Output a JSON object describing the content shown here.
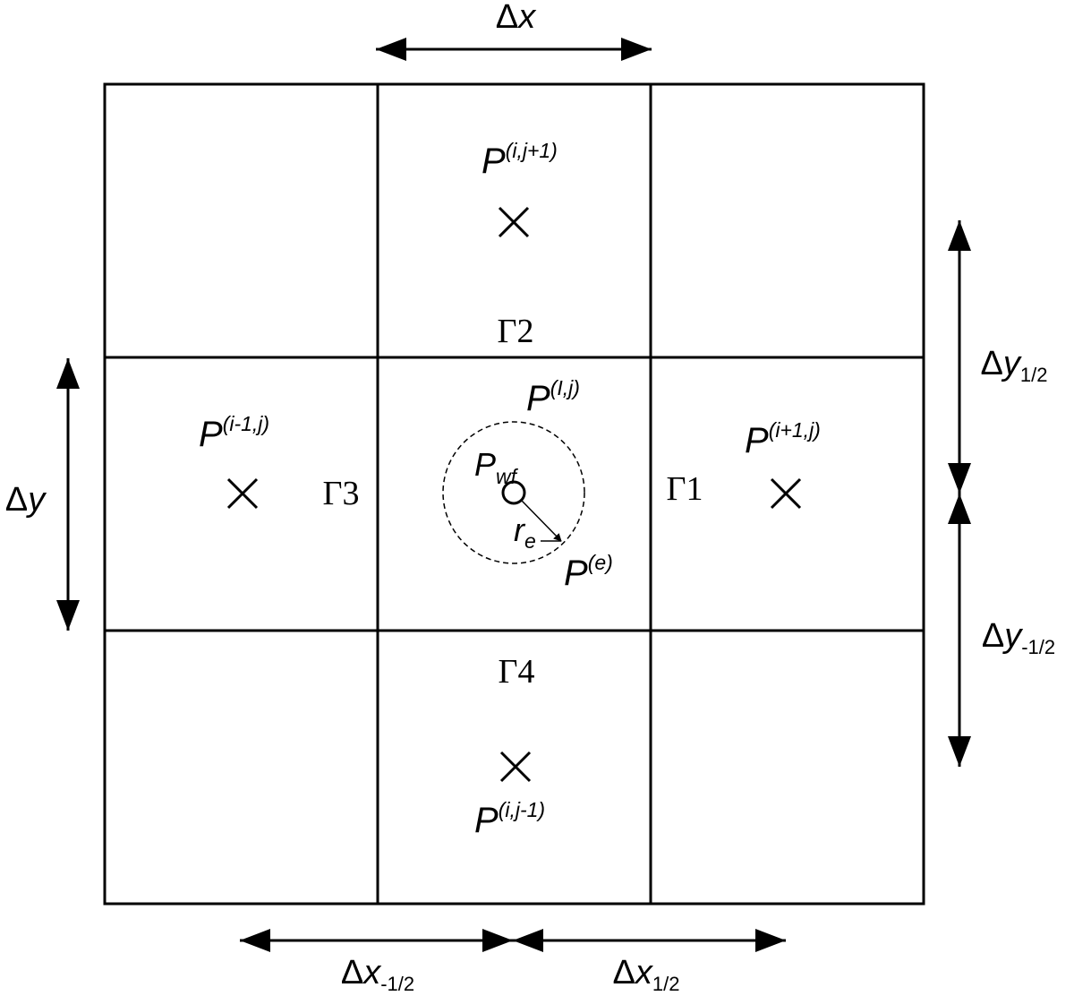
{
  "dimensions": {
    "dx": {
      "delta": "Δ",
      "var": "x",
      "sub": ""
    },
    "dy": {
      "delta": "Δ",
      "var": "y",
      "sub": ""
    },
    "dx_minus_half": {
      "delta": "Δ",
      "var": "x",
      "sub": "-1/2"
    },
    "dx_half": {
      "delta": "Δ",
      "var": "x",
      "sub": "1/2"
    },
    "dy_half": {
      "delta": "Δ",
      "var": "y",
      "sub": "1/2"
    },
    "dy_minus_half": {
      "delta": "Δ",
      "var": "y",
      "sub": "-1/2"
    }
  },
  "pressures": {
    "north": {
      "base": "P",
      "sup": "(i,j+1)"
    },
    "south": {
      "base": "P",
      "sup": "(i,j-1)"
    },
    "west": {
      "base": "P",
      "sup": "(i-1,j)"
    },
    "east": {
      "base": "P",
      "sup": "(i+1,j)"
    },
    "center": {
      "base": "P",
      "sup": "(I,j)"
    },
    "well": {
      "base": "P",
      "sub": "wf"
    },
    "equivalent": {
      "base": "P",
      "sup": "(e)"
    }
  },
  "radius": {
    "base": "r",
    "sub": "e"
  },
  "boundaries": {
    "gamma1": "Γ1",
    "gamma2": "Γ2",
    "gamma3": "Γ3",
    "gamma4": "Γ4"
  }
}
